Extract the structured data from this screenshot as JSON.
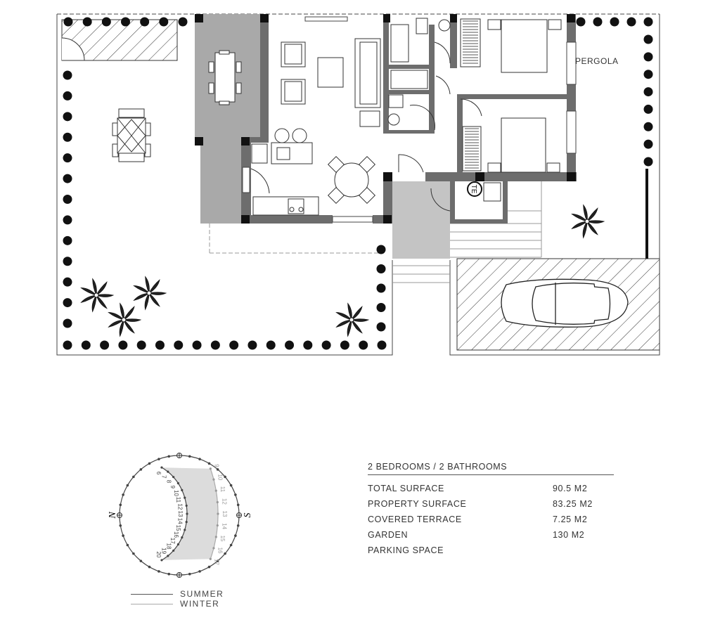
{
  "plan": {
    "pergola_label": "PERGOLA",
    "meter_label": "TE",
    "colors": {
      "wall": "#6d6d6d",
      "wall_dark": "#111111",
      "terrace": "#a9a9a9",
      "entrance": "#c4c4c4",
      "hedge": "#111111"
    }
  },
  "summary": {
    "heading": "2 BEDROOMS / 2 BATHROOMS",
    "rows": [
      {
        "label": "TOTAL SURFACE",
        "value": "90.5 M2"
      },
      {
        "label": "PROPERTY SURFACE",
        "value": "83.25 M2"
      },
      {
        "label": "COVERED TERRACE",
        "value": "7.25 M2"
      },
      {
        "label": "GARDEN",
        "value": "130 M2"
      },
      {
        "label": "PARKING SPACE",
        "value": ""
      }
    ]
  },
  "sun_diagram": {
    "north": "N",
    "south": "S",
    "summer_hours": [
      "6",
      "7",
      "8",
      "9",
      "10",
      "11",
      "12",
      "13",
      "14",
      "15",
      "16",
      "17",
      "18",
      "19",
      "20"
    ],
    "winter_hours": [
      "9",
      "10",
      "11",
      "12",
      "13",
      "14",
      "15",
      "16",
      "17"
    ],
    "legend": {
      "summer": "SUMMER",
      "winter": "WINTER"
    },
    "colors": {
      "summer": "#555555",
      "winter": "#aaaaaa",
      "fill": "#dcdcdc"
    }
  }
}
